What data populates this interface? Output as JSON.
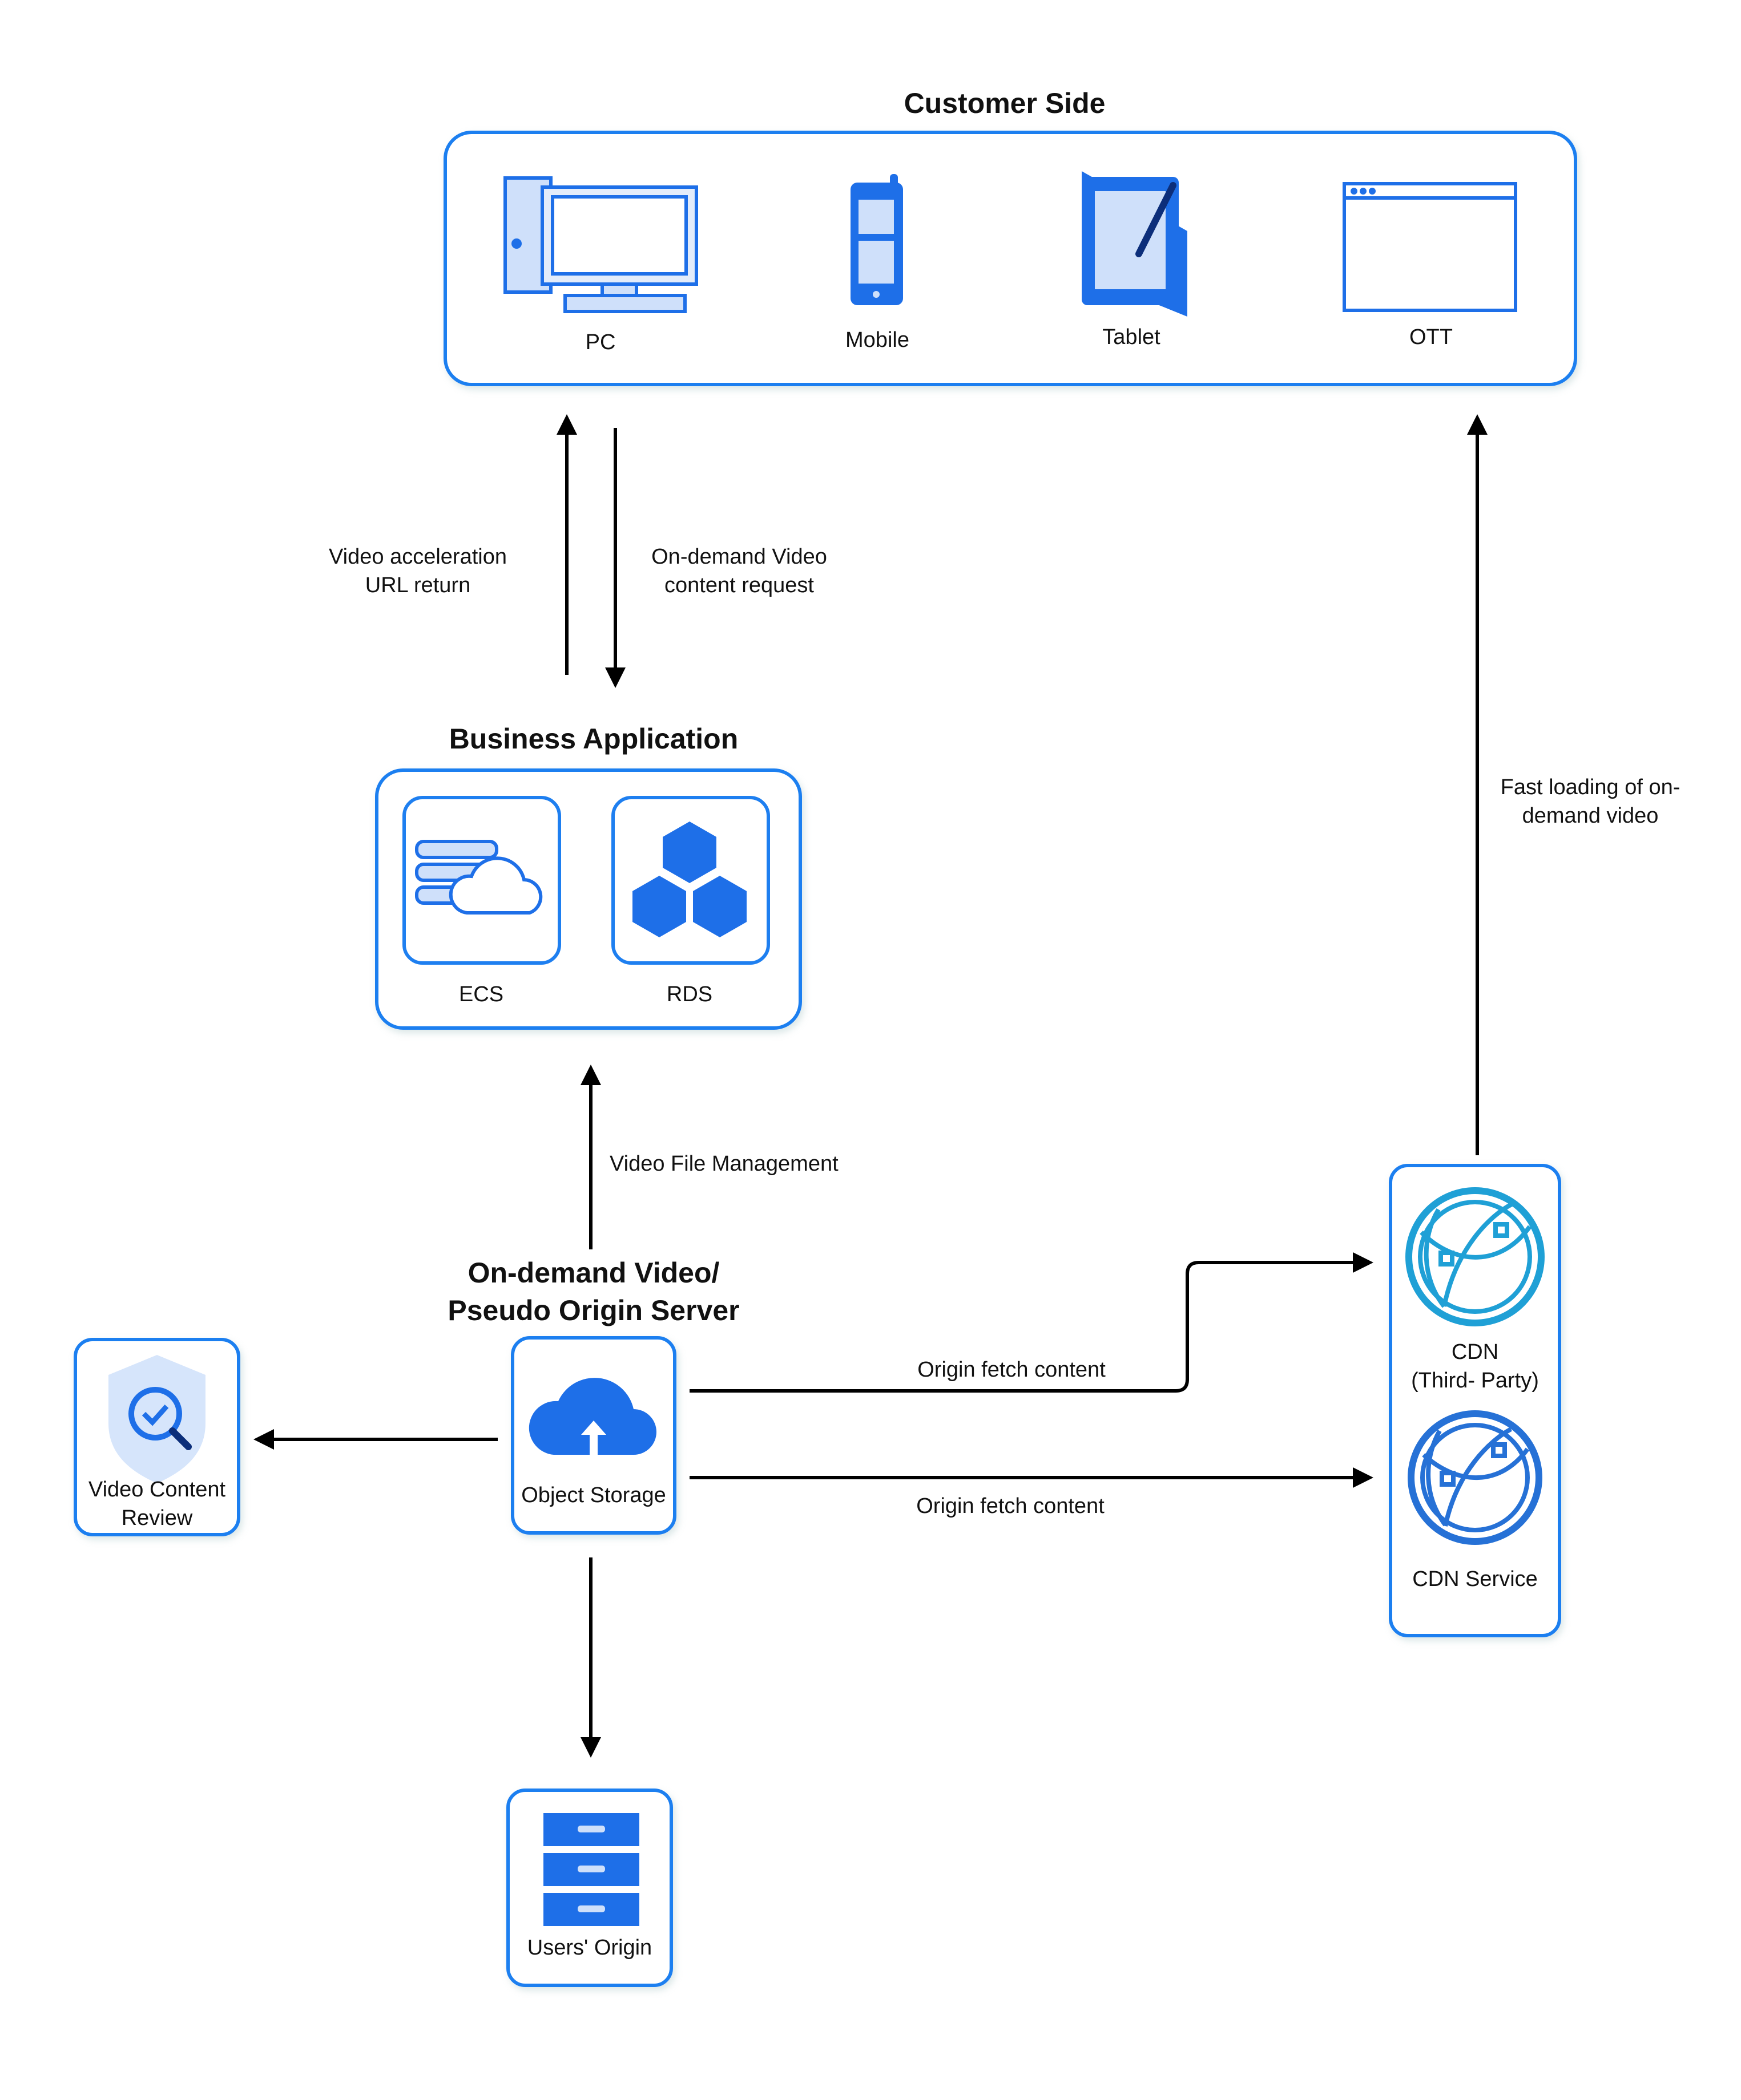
{
  "groups": {
    "customer_side": {
      "title": "Customer Side",
      "items": [
        {
          "label": "PC",
          "icon": "pc-icon"
        },
        {
          "label": "Mobile",
          "icon": "mobile-icon"
        },
        {
          "label": "Tablet",
          "icon": "tablet-icon"
        },
        {
          "label": "OTT",
          "icon": "ott-window-icon"
        }
      ]
    },
    "business_application": {
      "title": "Business Application",
      "items": [
        {
          "label": "ECS",
          "icon": "server-cloud-icon"
        },
        {
          "label": "RDS",
          "icon": "hexagons-icon"
        }
      ]
    },
    "origin_server": {
      "title_line1": "On-demand Video/",
      "title_line2": "Pseudo Origin Server",
      "item": {
        "label": "Object Storage",
        "icon": "cloud-upload-icon"
      }
    },
    "cdn": {
      "items": [
        {
          "label_line1": "CDN",
          "label_line2": "(Third- Party)",
          "icon": "globe-network-icon"
        },
        {
          "label": "CDN Service",
          "icon": "globe-network-icon"
        }
      ]
    }
  },
  "nodes": {
    "video_review": {
      "label_line1": "Video Content",
      "label_line2": "Review",
      "icon": "shield-search-icon"
    },
    "users_origin": {
      "label": "Users' Origin",
      "icon": "server-rack-icon"
    }
  },
  "edges": {
    "url_return": {
      "line1": "Video acceleration",
      "line2": "URL return"
    },
    "content_request": {
      "line1": "On-demand Video",
      "line2": "content request"
    },
    "file_management": {
      "line1": "Video File Management"
    },
    "fast_loading": {
      "line1": "Fast loading of on-",
      "line2": "demand video"
    },
    "origin_fetch_1": {
      "line1": "Origin fetch content"
    },
    "origin_fetch_2": {
      "line1": "Origin fetch content"
    }
  },
  "colors": {
    "accent": "#1E7FF0",
    "icon_blue": "#1E6FE8",
    "cdn_blue": "#1FA0D6",
    "arrow": "#000000"
  }
}
